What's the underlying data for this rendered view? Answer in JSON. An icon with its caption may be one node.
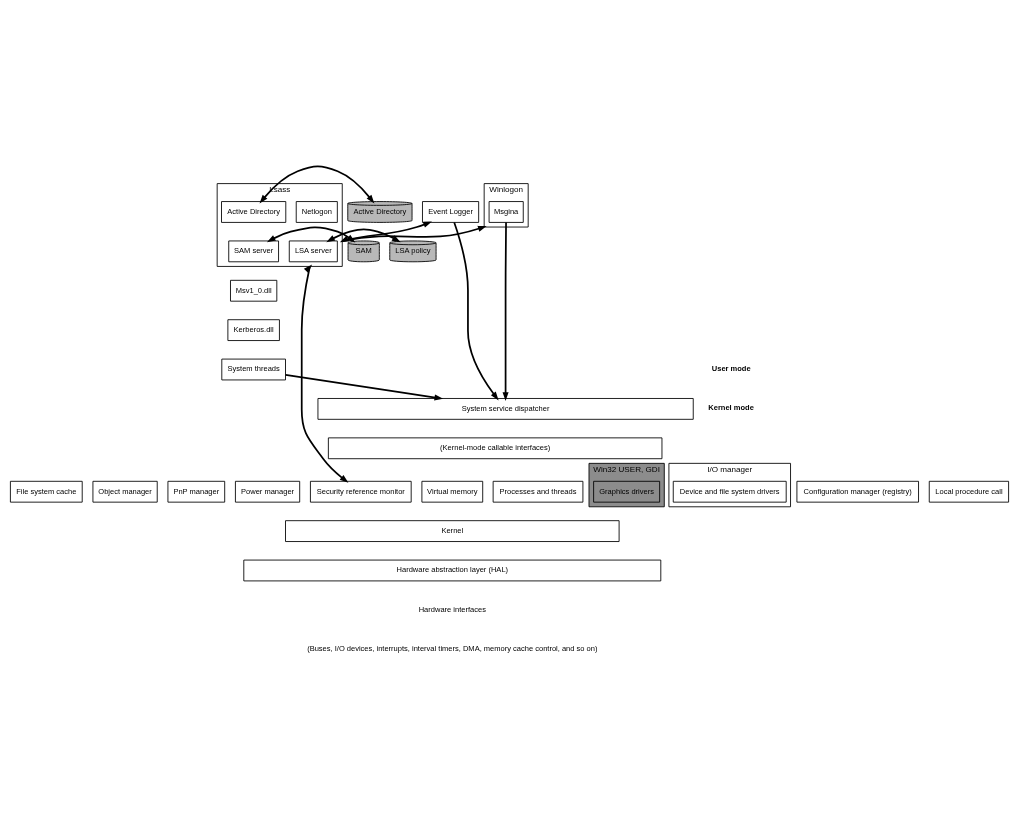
{
  "diagram": {
    "nodes": [
      {
        "text": [
          "Winlogon"
        ]
      },
      {
        "text": [
          "Msgina"
        ],
        "in": 0
      },
      {
        "text": [
          "Lsass"
        ]
      },
      {
        "text": [
          "Netlogon"
        ],
        "in": 2
      },
      {
        "text": [
          "Active Directory"
        ],
        "in": 2
      },
      {
        "text": [
          "LSA server"
        ],
        "in": 2
      },
      {
        "text": [
          "SAM server"
        ],
        "in": 2
      },
      {
        "text": [
          "Msv1_0.dll"
        ]
      },
      {
        "text": [
          "Kerberos.dll"
        ]
      },
      {
        "text": [
          "Event Logger"
        ]
      },
      {
        "text": [
          "Active Directory"
        ]
      },
      {
        "text": [
          "LSA policy"
        ]
      },
      {
        "text": [
          "SAM"
        ]
      },
      {
        "text": [
          "System threads"
        ]
      },
      {
        "text": [
          "System service dispatcher"
        ]
      },
      {
        "text": [
          "(Kernel-mode callable interfaces)"
        ]
      },
      {
        "text": [
          "I/O manager"
        ]
      },
      {
        "text": [
          "Device and file system drivers"
        ],
        "in": 16
      },
      {
        "text": [
          "File system cache"
        ]
      },
      {
        "text": [
          "Object manager"
        ]
      },
      {
        "text": [
          "PnP manager"
        ]
      },
      {
        "text": [
          "Power manager"
        ]
      },
      {
        "text": [
          "Security reference monitor"
        ]
      },
      {
        "text": [
          "Virtual memory"
        ]
      },
      {
        "text": [
          "Processes and threads"
        ]
      },
      {
        "text": [
          "Configuration manager (registry)"
        ]
      },
      {
        "text": [
          "Local procedure call"
        ]
      },
      {
        "text": [
          "Win32 USER, GDI"
        ]
      },
      {
        "text": [
          "Graphics drivers"
        ],
        "in": 27
      },
      {
        "text": [
          "Kernel"
        ]
      },
      {
        "text": [
          "Hardware abstraction layer (HAL)"
        ]
      }
    ],
    "edges": [
      {
        "from": 0,
        "to": 2,
        "arrow": "both"
      },
      {
        "from": 11,
        "to": 5,
        "arrow": "both"
      },
      {
        "from": 4,
        "to": 10,
        "arrow": "both"
      },
      {
        "from": 6,
        "to": 12,
        "arrow": "both"
      },
      {
        "from": 2,
        "to": 9,
        "arrow": "to"
      },
      {
        "from": 1,
        "to": 14,
        "arrow": "to"
      },
      {
        "from": 13,
        "to": 14,
        "arrow": "to"
      },
      {
        "from": 9,
        "to": 14,
        "arrow": "to"
      },
      {
        "from": 2,
        "to": 22,
        "arrow": "both"
      }
    ],
    "labels": [
      "User mode",
      "Kernel mode",
      "Hardware interfaces",
      "(Buses, I/O devices, interrupts, interval timers, DMA, memory cache control, and so on)"
    ]
  }
}
